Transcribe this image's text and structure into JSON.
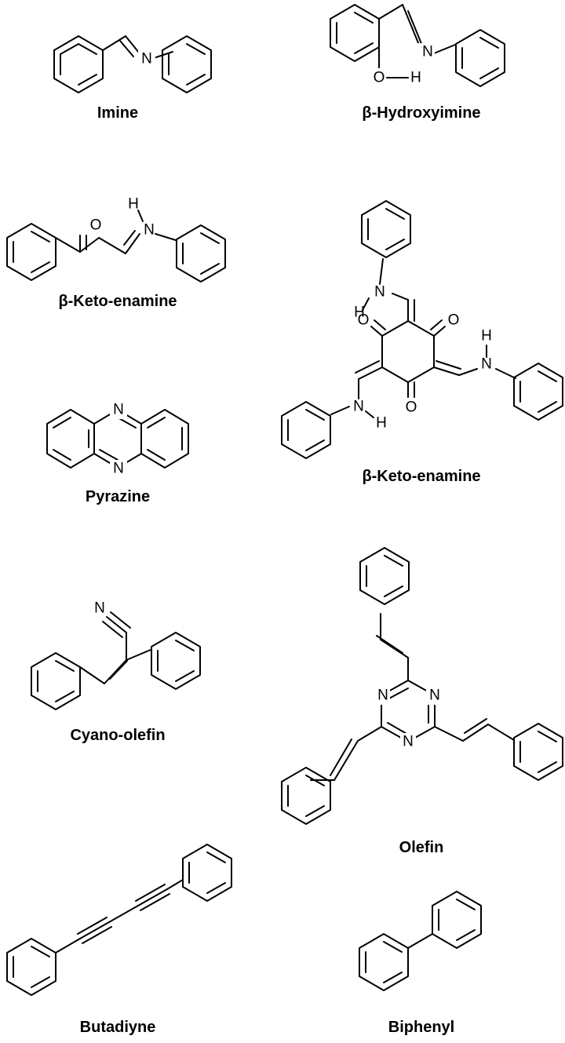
{
  "colors": {
    "ink": "#000000",
    "background": "#ffffff"
  },
  "structures": [
    {
      "name": "Imine",
      "atoms": {
        "n": "N"
      }
    },
    {
      "name": "β-Hydroxyimine",
      "atoms": {
        "n": "N",
        "o": "O",
        "h": "H"
      }
    },
    {
      "name": "β-Keto-enamine",
      "atoms": {
        "o": "O",
        "h": "H",
        "n": "N"
      }
    },
    {
      "name": "β-Keto-enamine",
      "atoms": {
        "o": "O",
        "h": "H",
        "n": "N"
      }
    },
    {
      "name": "Pyrazine",
      "atoms": {
        "n": "N"
      }
    },
    {
      "name": "Cyano-olefin",
      "atoms": {
        "n": "N"
      }
    },
    {
      "name": "Olefin",
      "atoms": {
        "n": "N"
      }
    },
    {
      "name": "Butadiyne"
    },
    {
      "name": "Biphenyl"
    }
  ]
}
